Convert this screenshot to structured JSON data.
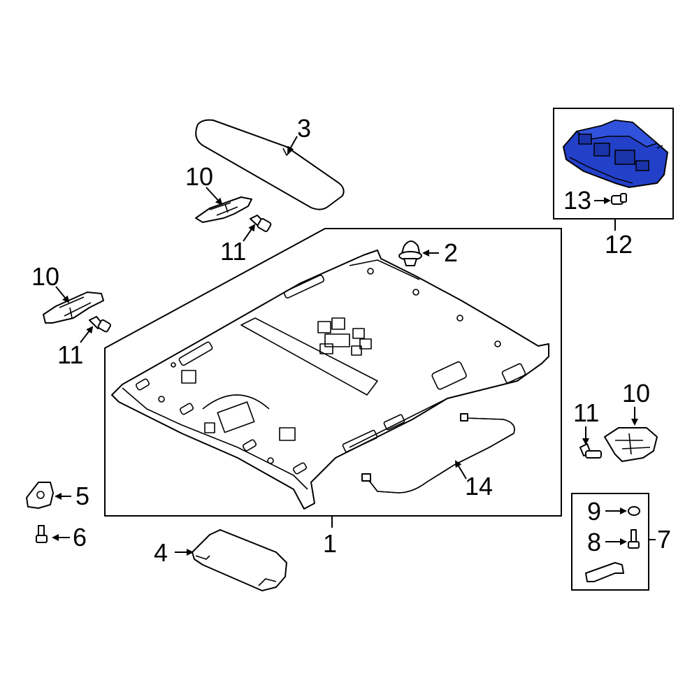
{
  "labels": {
    "p1": "1",
    "p2": "2",
    "p3": "3",
    "p4": "4",
    "p5": "5",
    "p6": "6",
    "p7": "7",
    "p8": "8",
    "p9": "9",
    "p10a": "10",
    "p10b": "10",
    "p10c": "10",
    "p11a": "11",
    "p11b": "11",
    "p11c": "11",
    "p12": "12",
    "p13": "13",
    "p14": "14"
  },
  "colors": {
    "highlight": "#2340c8",
    "line": "#000000",
    "background": "#ffffff"
  }
}
